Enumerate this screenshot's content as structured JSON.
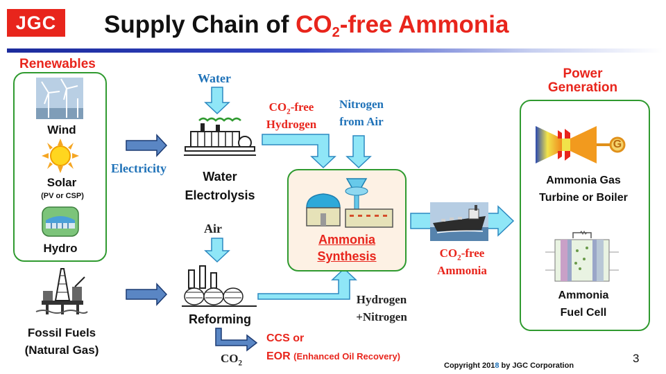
{
  "header": {
    "logo": "JGC",
    "title_prefix": "Supply Chain of ",
    "title_co": "CO",
    "title_sub": "2",
    "title_suffix": "-free Ammonia"
  },
  "renewables": {
    "heading": "Renewables",
    "wind": "Wind",
    "solar": "Solar",
    "solar_note": "(PV or CSP)",
    "hydro": "Hydro"
  },
  "fossil": {
    "line1": "Fossil Fuels",
    "line2": "(Natural Gas)"
  },
  "flows": {
    "electricity": "Electricity",
    "water": "Water",
    "air": "Air",
    "co2_free_h_co": "CO",
    "co2_free_h_sub": "2",
    "co2_free_h_rest": "-free",
    "hydrogen": "Hydrogen",
    "nitrogen_line1": "Nitrogen",
    "nitrogen_line2": "from Air",
    "h_n_line1": "Hydrogen",
    "h_n_line2": "+Nitrogen",
    "co2_free_a_co": "CO",
    "co2_free_a_sub": "2",
    "co2_free_a_rest": "-free",
    "ammonia": "Ammonia",
    "co2_co": "CO",
    "co2_sub": "2",
    "ccs_line1": "CCS or",
    "ccs_line2": "EOR",
    "ccs_note": "(Enhanced Oil Recovery)"
  },
  "processes": {
    "electrolysis_line1": "Water",
    "electrolysis_line2": "Electrolysis",
    "reforming": "Reforming",
    "synthesis_line1": "Ammonia",
    "synthesis_line2": "Synthesis"
  },
  "power": {
    "heading_line1": "Power",
    "heading_line2": "Generation",
    "turbine_line1": "Ammonia Gas",
    "turbine_line2": "Turbine or Boiler",
    "turbine_g": "G",
    "fuelcell_line1": "Ammonia",
    "fuelcell_line2": "Fuel Cell"
  },
  "footer": {
    "copyright_a": "Copyright  201",
    "copyright_b": "8",
    "copyright_c": " by JGC Corporation",
    "page_number": "3"
  },
  "colors": {
    "brand_red": "#e8251c",
    "label_blue": "#1f72b8",
    "box_green": "#2f9a2f",
    "arrow_cyan": "#8fe6f7",
    "arrow_blue": "#5a86c4"
  }
}
